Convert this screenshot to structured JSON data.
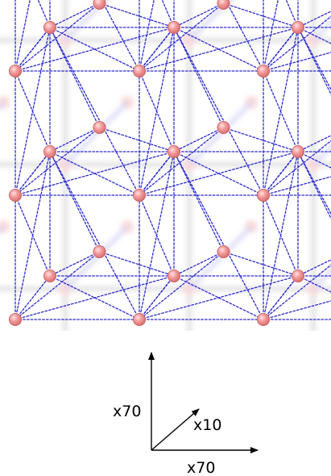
{
  "figure": {
    "description_free": true
  },
  "colors": {
    "atom_fill": "#ef8f8f",
    "atom_stroke": "#c45a5a",
    "bond": "#2a2ad0",
    "ghost": "#c8c8c8",
    "axis": "#000000"
  },
  "lattice": {
    "repeat_x_cells": 3,
    "repeat_y_cells": 3
  },
  "axes": {
    "vertical_label": "x70",
    "diagonal_label": "x10",
    "horizontal_label": "x70"
  }
}
